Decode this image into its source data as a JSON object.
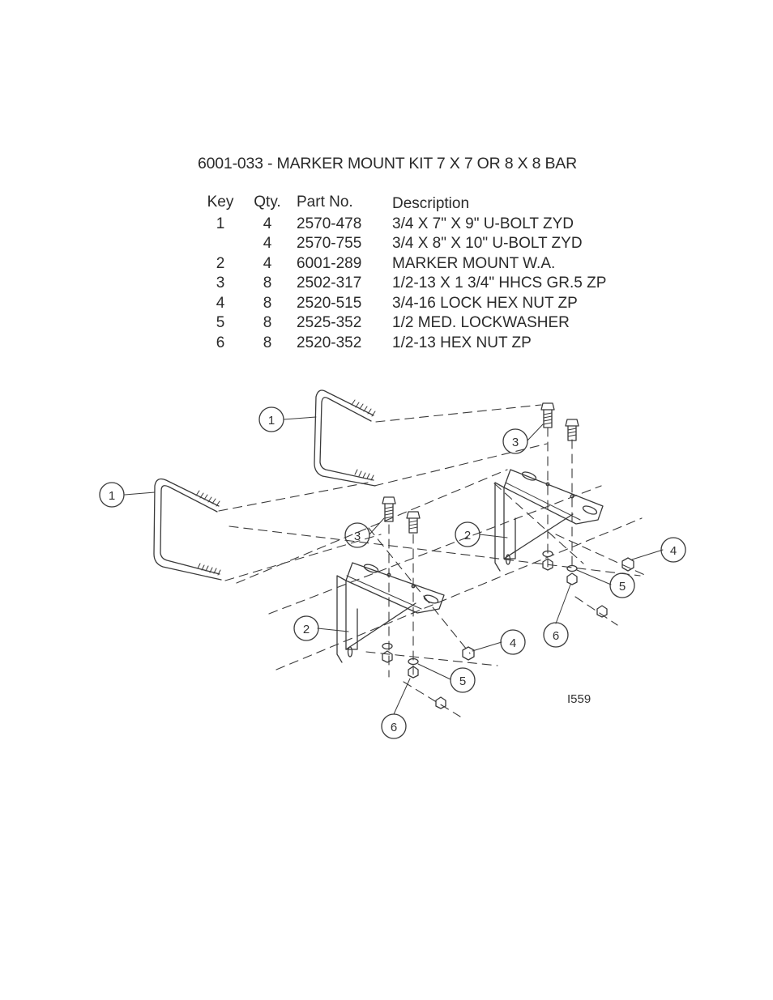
{
  "title": "6001-033 - MARKER MOUNT KIT 7 X 7 OR 8 X 8 BAR",
  "table": {
    "headers": {
      "key": "Key",
      "qty": "Qty.",
      "part": "Part No.",
      "description": "Description"
    },
    "rows": [
      {
        "key": "1",
        "qty": "4",
        "part": "2570-478",
        "description": "3/4 X 7\" X 9\" U-BOLT ZYD"
      },
      {
        "key": "",
        "qty": "4",
        "part": "2570-755",
        "description": "3/4 X 8\" X 10\" U-BOLT ZYD"
      },
      {
        "key": "2",
        "qty": "4",
        "part": "6001-289",
        "description": "MARKER MOUNT W.A."
      },
      {
        "key": "3",
        "qty": "8",
        "part": "2502-317",
        "description": "1/2-13 X 1 3/4\" HHCS GR.5 ZP"
      },
      {
        "key": "4",
        "qty": "8",
        "part": "2520-515",
        "description": "3/4-16 LOCK HEX NUT ZP"
      },
      {
        "key": "5",
        "qty": "8",
        "part": "2525-352",
        "description": "1/2 MED. LOCKWASHER"
      },
      {
        "key": "6",
        "qty": "8",
        "part": "2520-352",
        "description": "1/2-13 HEX NUT ZP"
      }
    ]
  },
  "diagram": {
    "drawing_number": "I559",
    "callouts": [
      "1",
      "1",
      "2",
      "2",
      "3",
      "3",
      "4",
      "4",
      "5",
      "5",
      "6",
      "6"
    ]
  }
}
